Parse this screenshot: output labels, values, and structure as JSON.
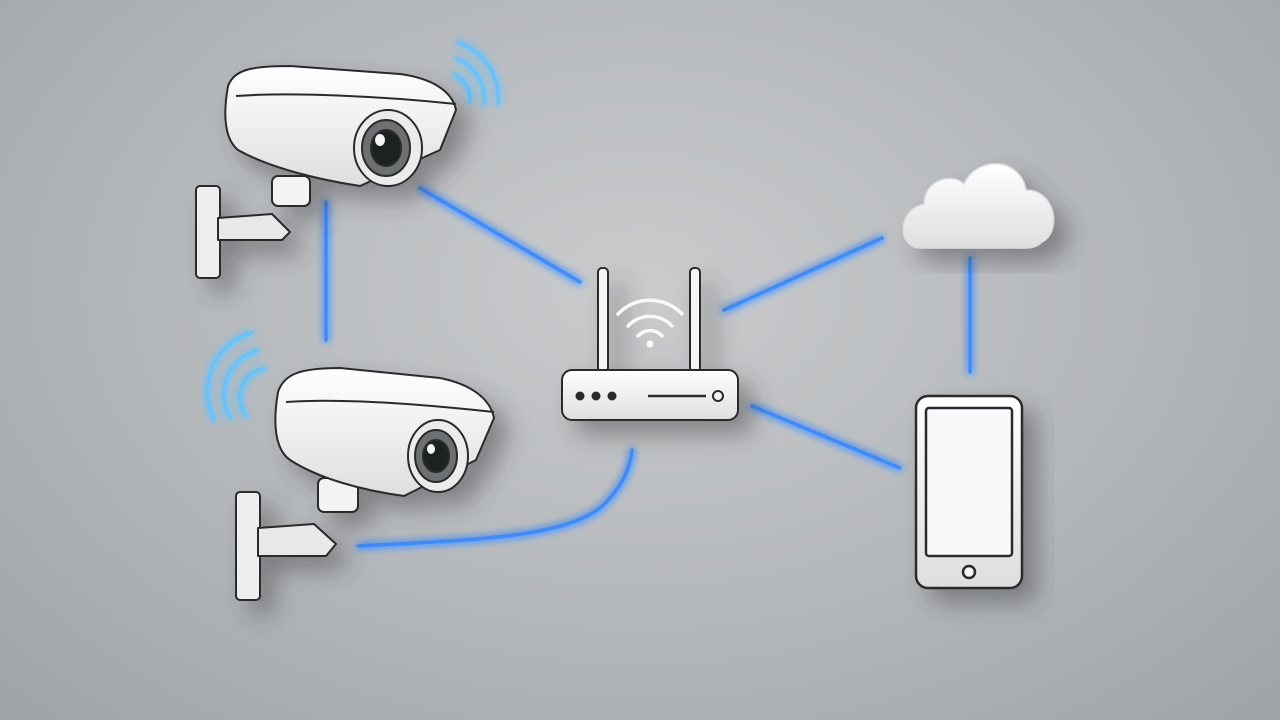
{
  "colors": {
    "background": "#b8bbbe",
    "link": "#3c8cff",
    "device_body": "#f4f5f6",
    "outline": "#2a2a2a"
  },
  "nodes": [
    {
      "id": "camera-top",
      "icon": "security-camera-icon"
    },
    {
      "id": "camera-bottom",
      "icon": "security-camera-icon"
    },
    {
      "id": "router",
      "icon": "wifi-router-icon"
    },
    {
      "id": "cloud",
      "icon": "cloud-icon"
    },
    {
      "id": "phone",
      "icon": "smartphone-icon"
    }
  ],
  "links": [
    {
      "from": "camera-top",
      "to": "router"
    },
    {
      "from": "camera-top",
      "to": "camera-bottom"
    },
    {
      "from": "camera-bottom",
      "to": "router"
    },
    {
      "from": "router",
      "to": "cloud"
    },
    {
      "from": "router",
      "to": "phone"
    },
    {
      "from": "cloud",
      "to": "phone"
    }
  ]
}
